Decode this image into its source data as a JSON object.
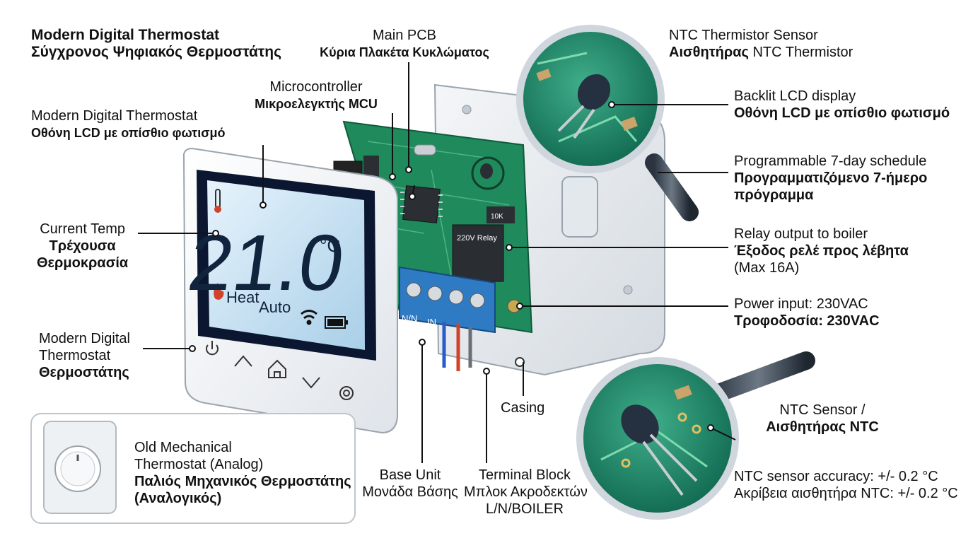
{
  "title": {
    "en": "Modern Digital Thermostat",
    "el": "Σύγχρονος Ψηφιακός Θερμοστάτης"
  },
  "display": {
    "temperature": "21.0",
    "unit": "°C",
    "mode": "Heat",
    "program": "Auto"
  },
  "callouts": {
    "main_pcb": {
      "en": "Main PCB",
      "el": "Κύρια Πλακέτα Κυκλώματος"
    },
    "mcu": {
      "en": "Microcontroller",
      "el": "Μικροελεγκτής MCU"
    },
    "lcd_left": {
      "en": "Modern Digital Thermostat",
      "el": "Οθόνη LCD με οπίσθιο φωτισμό"
    },
    "current_temp": {
      "en": "Current Temp",
      "el1": "Τρέχουσα",
      "el2": "Θερμοκρασία"
    },
    "front_buttons": {
      "en1": "Modern Digital",
      "en2": "Thermostat",
      "el": "Θερμοστάτης"
    },
    "ntc_top": {
      "en": "NTC Thermistor Sensor",
      "el_bold": "Αισθητήρας",
      "el_rest": " NTC Thermistor"
    },
    "backlit": {
      "en": "Backlit LCD display",
      "el": "Οθόνη LCD με οπίσθιο φωτισμό"
    },
    "schedule": {
      "en": "Programmable 7-day schedule",
      "el1": "Προγραμματιζόμενο 7-ήμερο",
      "el2": "πρόγραμμα"
    },
    "relay": {
      "en": "Relay output to boiler",
      "el": "Έξοδος ρελέ προς λέβητα",
      "note": "(Max 16A)"
    },
    "power": {
      "en": "Power input: 230VAC",
      "el": "Τροφοδοσία: 230VAC"
    },
    "casing": {
      "en": "Casing"
    },
    "base_unit": {
      "en": "Base Unit",
      "el": "Μονάδα Βάσης"
    },
    "terminal_block": {
      "en": "Terminal Block",
      "el": "Μπλοκ Ακροδεκτών",
      "sub": "L/N/BOILER"
    },
    "ntc_sensor": {
      "en": "NTC Sensor /",
      "el": "Αισθητήρας NTC"
    },
    "accuracy": {
      "en": "NTC sensor accuracy: +/- 0.2 °C",
      "el": "Ακρίβεια αισθητήρα NTC: +/- 0.2 °C"
    }
  },
  "old_thermostat": {
    "en1": "Old Mechanical",
    "en2": "Thermostat (Analog)",
    "el1": "Παλιός Μηχανικός Θερμοστάτης",
    "el2": "(Αναλογικός)"
  },
  "pcb_markings": {
    "relay": "220V Relay",
    "terminal_n": "N/N",
    "terminal_in": "IN",
    "chip_label": "10K"
  },
  "icons": [
    "thermometer-icon",
    "flame-icon",
    "wifi-icon",
    "battery-icon",
    "power-icon",
    "chevron-up-icon",
    "home-icon",
    "chevron-down-icon",
    "gear-icon",
    "magnifier-icon"
  ],
  "colors": {
    "pcb": "#1f8a5b",
    "lcd": "#cfe6f5",
    "terminal": "#2e7bc4",
    "wire_red": "#d0432b",
    "wire_blue": "#2a5cc8"
  }
}
